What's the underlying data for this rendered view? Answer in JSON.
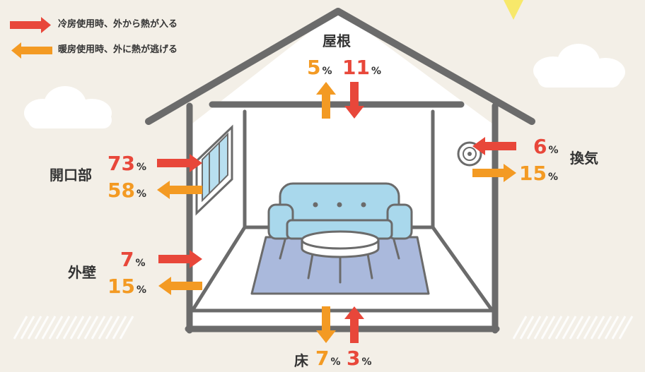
{
  "legend": {
    "cooling_label": "冷房使用時、外から熱が入る",
    "heating_label": "暖房使用時、外に熱が逃げる"
  },
  "zones": {
    "roof": {
      "label": "屋根",
      "heating_pct": "5",
      "cooling_pct": "11",
      "unit": "%"
    },
    "openings": {
      "label": "開口部",
      "cooling_pct": "73",
      "heating_pct": "58",
      "unit": "%"
    },
    "ventilation": {
      "label": "換気",
      "cooling_pct": "6",
      "heating_pct": "15",
      "unit": "%"
    },
    "outer_wall": {
      "label": "外壁",
      "cooling_pct": "7",
      "heating_pct": "15",
      "unit": "%"
    },
    "floor": {
      "label": "床",
      "heating_pct": "7",
      "cooling_pct": "3",
      "unit": "%"
    }
  },
  "colors": {
    "cooling": "#e8473a",
    "heating": "#f39a23",
    "house_outline": "#6b6b6b",
    "background": "#f3efe7",
    "sofa": "#a9d8ec",
    "rug": "#aab9dc"
  }
}
